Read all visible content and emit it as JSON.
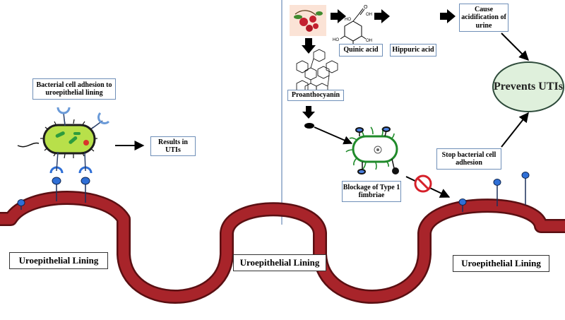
{
  "labels": {
    "bacterial_adhesion": "Bacterial cell adhesion to uroepithelial lining",
    "results_in": "Results in UTIs",
    "quinic_acid": "Quinic acid",
    "hippuric_acid": "Hippuric acid",
    "cause_acidification": "Cause acidification of urine",
    "prevents": "Prevents UTIs",
    "proanthocyanin": "Proanthocyanin",
    "stop_adhesion": "Stop bacterial cell adhesion",
    "blockage": "Blockage of Type 1 fimbriae",
    "lining_left": "Uroepithelial Lining",
    "lining_center": "Uroepithelial Lining",
    "lining_right": "Uroepithelial Lining"
  },
  "chem": {
    "ho": "HO",
    "oh": "OH",
    "o": "O"
  },
  "colors": {
    "lining_fill": "#a8242a",
    "lining_stroke": "#5a0f12",
    "receptor": "#2f6fd6",
    "bacterium": "#b8e04a",
    "cranberry": "#c4202f",
    "prevents_fill": "#dff0dc",
    "box_border": "#6f8fb8"
  }
}
